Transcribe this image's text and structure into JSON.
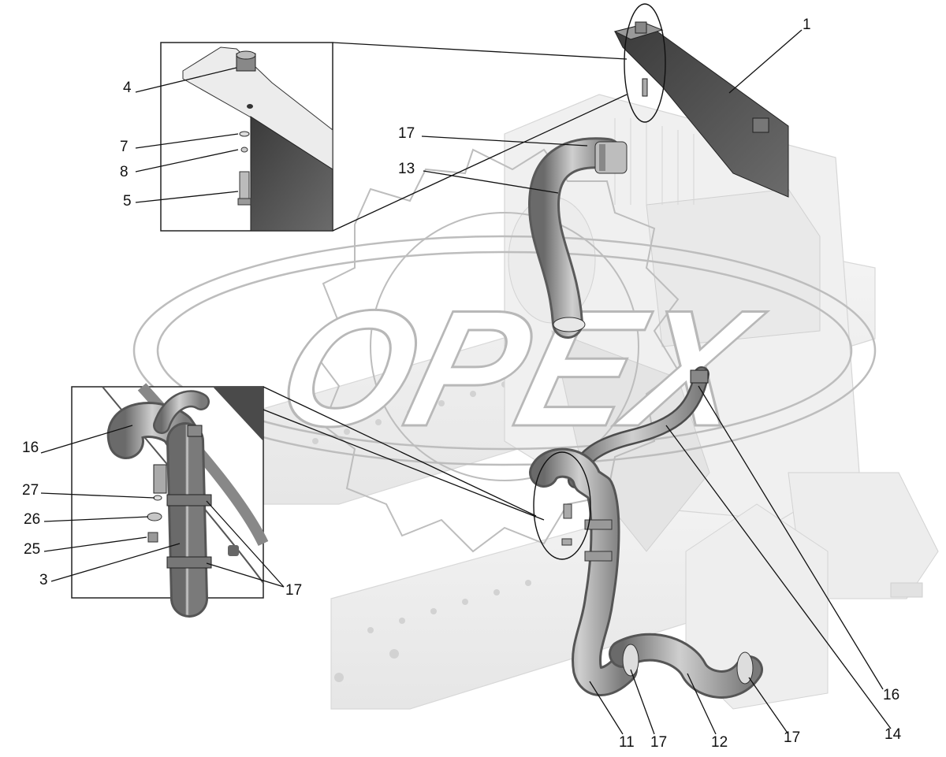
{
  "watermark": {
    "text": "OPEX"
  },
  "callouts": [
    {
      "id": "1",
      "text": "1"
    },
    {
      "id": "4",
      "text": "4"
    },
    {
      "id": "7",
      "text": "7"
    },
    {
      "id": "8",
      "text": "8"
    },
    {
      "id": "5",
      "text": "5"
    },
    {
      "id": "17a",
      "text": "17"
    },
    {
      "id": "13",
      "text": "13"
    },
    {
      "id": "16a",
      "text": "16"
    },
    {
      "id": "27",
      "text": "27"
    },
    {
      "id": "26",
      "text": "26"
    },
    {
      "id": "25",
      "text": "25"
    },
    {
      "id": "3",
      "text": "3"
    },
    {
      "id": "17b",
      "text": "17"
    },
    {
      "id": "16b",
      "text": "16"
    },
    {
      "id": "14",
      "text": "14"
    },
    {
      "id": "11",
      "text": "11"
    },
    {
      "id": "17c",
      "text": "17"
    },
    {
      "id": "12",
      "text": "12"
    },
    {
      "id": "17d",
      "text": "17"
    }
  ]
}
